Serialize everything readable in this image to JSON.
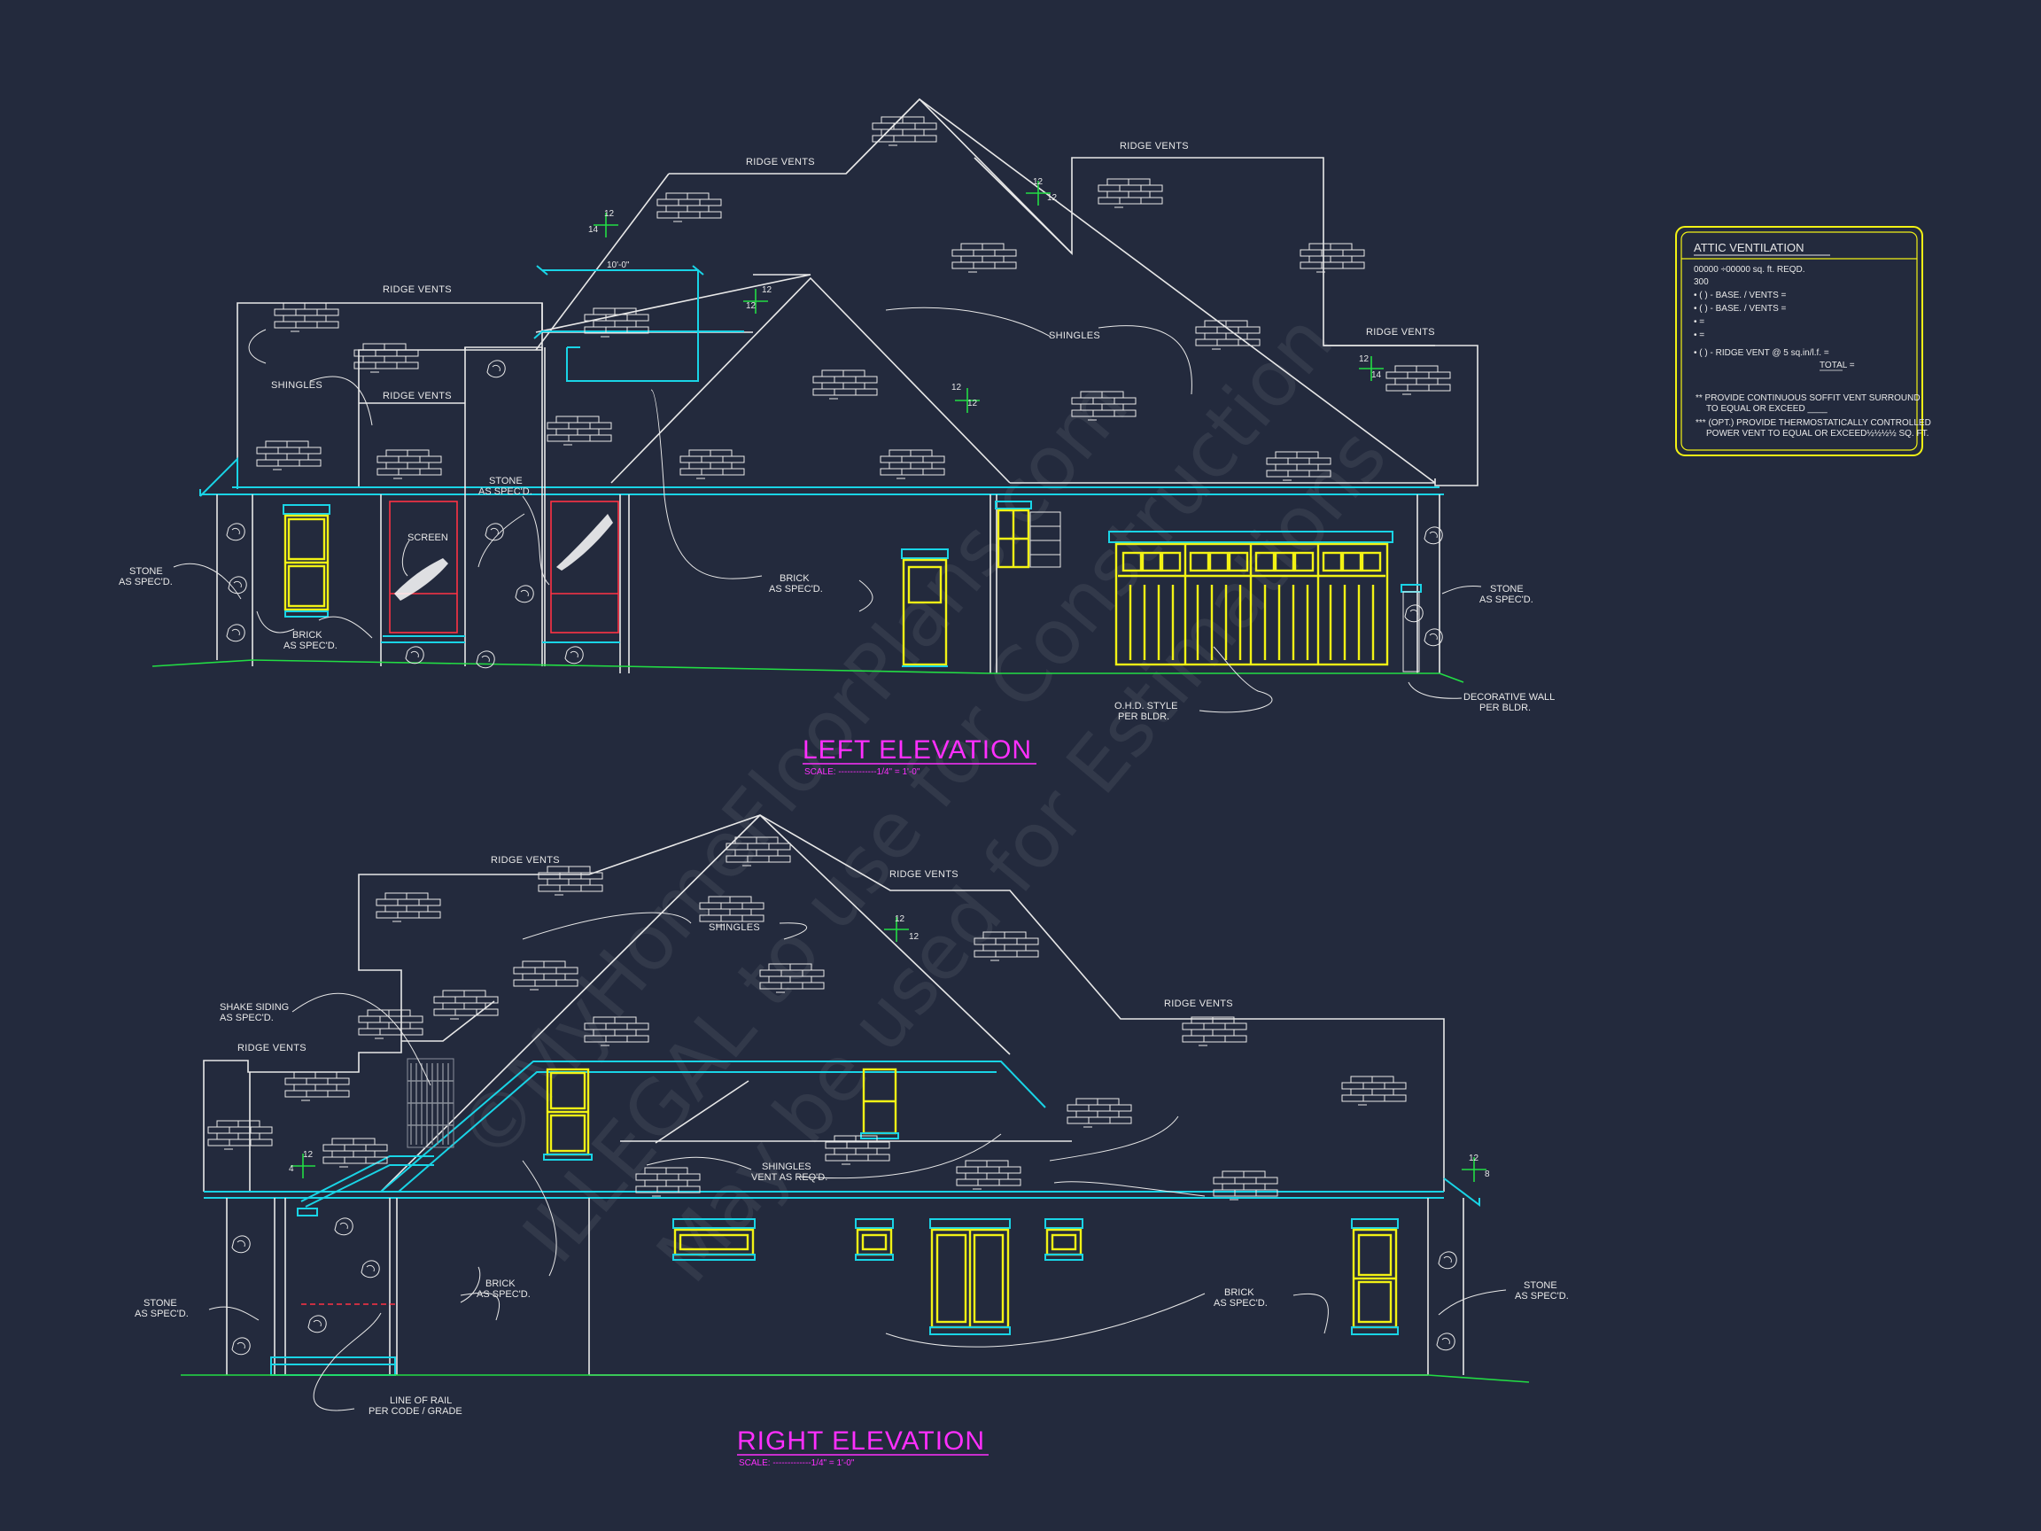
{
  "left_elevation": {
    "title": "LEFT ELEVATION",
    "scale": "SCALE: -------------1/4\" = 1'-0\"",
    "labels": {
      "ridge_vents_1": "RIDGE VENTS",
      "ridge_vents_2": "RIDGE VENTS",
      "ridge_vents_3": "RIDGE VENTS",
      "ridge_vents_4": "RIDGE VENTS",
      "ridge_vents_5": "RIDGE VENTS",
      "shingles_1": "SHINGLES",
      "shingles_2": "SHINGLES",
      "stone_left_1": "STONE",
      "stone_left_2": "AS SPEC'D.",
      "stone_mid_1": "STONE",
      "stone_mid_2": "AS SPEC'D.",
      "stone_right_1": "STONE",
      "stone_right_2": "AS SPEC'D.",
      "brick_left_1": "BRICK",
      "brick_left_2": "AS SPEC'D.",
      "brick_mid_1": "BRICK",
      "brick_mid_2": "AS SPEC'D.",
      "screen": "SCREEN",
      "ohd_1": "O.H.D. STYLE",
      "ohd_2": "PER BLDR.",
      "deco_1": "DECORATIVE WALL",
      "deco_2": "PER BLDR.",
      "dim": "10'-0\""
    },
    "pitch": {
      "p12a": "12",
      "p14a": "14",
      "p12b": "12",
      "p12c": "12",
      "p12d": "12",
      "p12e": "12",
      "p12f": "12",
      "p12g": "12",
      "p12h": "12",
      "p14b": "14"
    }
  },
  "right_elevation": {
    "title": "RIGHT ELEVATION",
    "scale": "SCALE: -------------1/4\" = 1'-0\"",
    "labels": {
      "ridge_vents_1": "RIDGE VENTS",
      "ridge_vents_2": "RIDGE VENTS",
      "ridge_vents_3": "RIDGE VENTS",
      "ridge_vents_4": "RIDGE VENTS",
      "shingles": "SHINGLES",
      "shingles_vent_1": "SHINGLES",
      "shingles_vent_2": "VENT AS REQ'D.",
      "shake_1": "SHAKE SIDING",
      "shake_2": "AS SPEC'D.",
      "stone_left_1": "STONE",
      "stone_left_2": "AS SPEC'D.",
      "stone_right_1": "STONE",
      "stone_right_2": "AS SPEC'D.",
      "brick_left_1": "BRICK",
      "brick_left_2": "AS SPEC'D.",
      "brick_right_1": "BRICK",
      "brick_right_2": "AS SPEC'D.",
      "rail_1": "LINE OF RAIL",
      "rail_2": "PER CODE / GRADE"
    },
    "pitch": {
      "p12a": "12",
      "p12b": "12",
      "p4": "4",
      "p12c": "12",
      "p12d": "12",
      "p8": "8"
    }
  },
  "attic_ventilation": {
    "title": "ATTIC VENTILATION",
    "lines": [
      "00000 ÷00000 sq. ft. REQD.",
      "300",
      "• (   ) -        BASE.    /    VENTS   =",
      "• (   ) -        BASE.    /    VENTS   =",
      "•                                                =",
      "•                                                =",
      "• (   ) - RIDGE VENT @ 5 sq.in/l.f.      =",
      "TOTAL        ="
    ],
    "notes": [
      "** PROVIDE CONTINUOUS SOFFIT VENT SURROUND",
      "TO EQUAL OR EXCEED ____",
      "*** (OPT.) PROVIDE THERMOSTATICALLY CONTROLLED",
      "POWER VENT TO EQUAL OR EXCEED½½½½ SQ. FT."
    ]
  },
  "watermark": {
    "line1": "©MyHomeFloorPlans.com",
    "line2": "ILLEGAL to use for Construction",
    "line3": "May be used for Estimations"
  },
  "colors": {
    "background": "#232a3d",
    "linework": "#e8e8e8",
    "trim": "#19d4e6",
    "windows": "#f2f215",
    "title": "#ff2fff",
    "grade": "#22dd44"
  }
}
